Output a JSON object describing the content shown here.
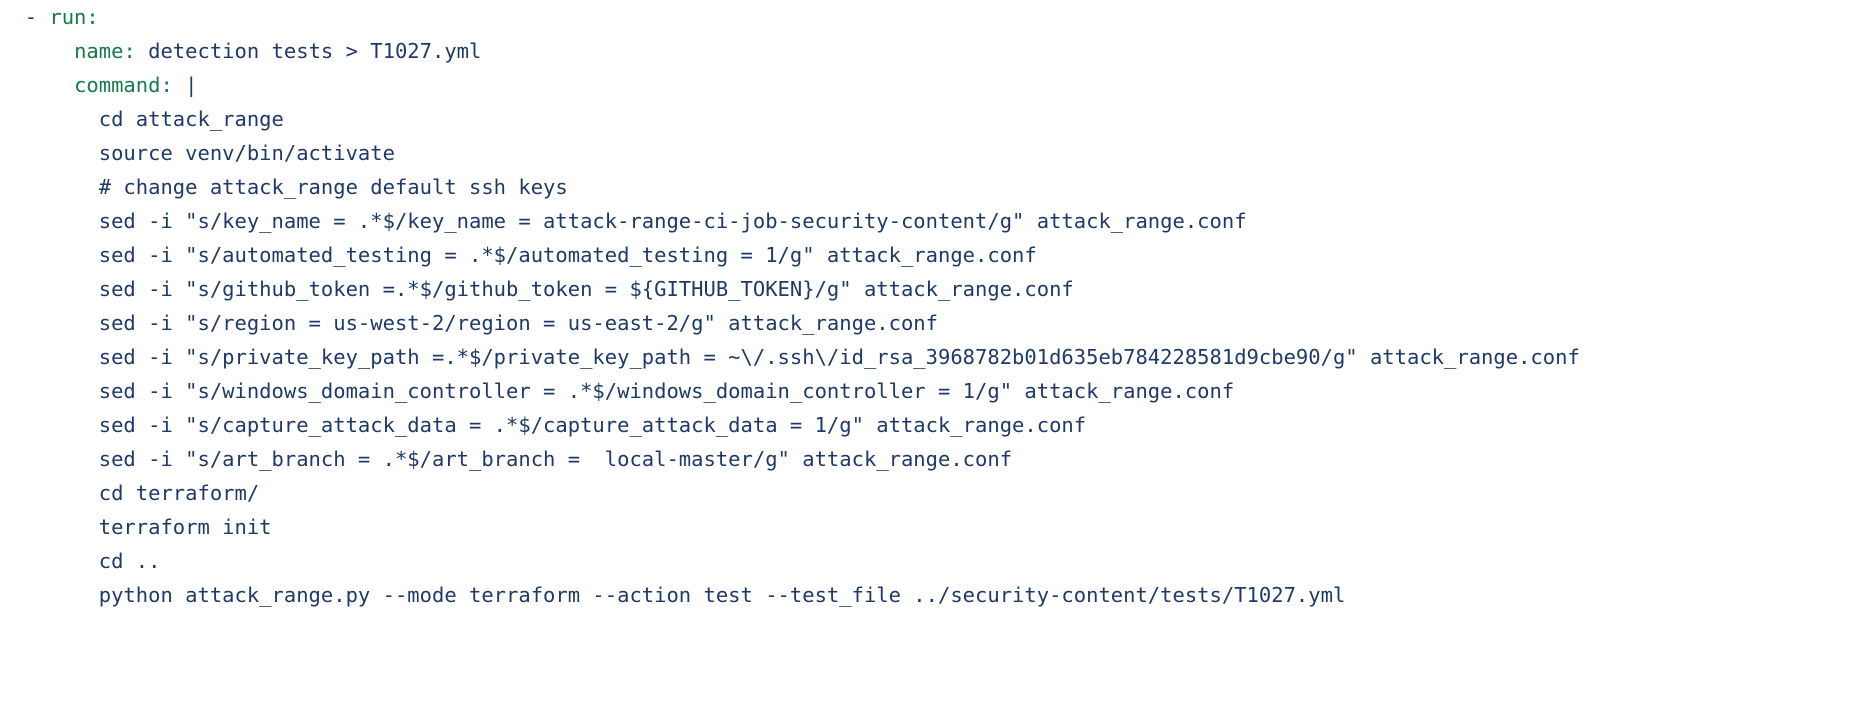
{
  "document": {
    "kind": "yaml-code-block",
    "language": "yaml",
    "background_color": "#ffffff",
    "key_color": "#17794c",
    "value_color": "#1f3a68",
    "lines": [
      {
        "indent": "  ",
        "dash": "- ",
        "key": "run",
        "colon": ":",
        "value": ""
      },
      {
        "indent": "      ",
        "dash": "",
        "key": "name",
        "colon": ":",
        "value": " detection tests > T1027.yml"
      },
      {
        "indent": "      ",
        "dash": "",
        "key": "command",
        "colon": ":",
        "value": " |"
      }
    ],
    "script_lines": [
      "        cd attack_range",
      "        source venv/bin/activate",
      "        # change attack_range default ssh keys",
      "        sed -i \"s/key_name = .*$/key_name = attack-range-ci-job-security-content/g\" attack_range.conf",
      "        sed -i \"s/automated_testing = .*$/automated_testing = 1/g\" attack_range.conf",
      "        sed -i \"s/github_token =.*$/github_token = ${GITHUB_TOKEN}/g\" attack_range.conf",
      "        sed -i \"s/region = us-west-2/region = us-east-2/g\" attack_range.conf",
      "        sed -i \"s/private_key_path =.*$/private_key_path = ~\\/.ssh\\/id_rsa_3968782b01d635eb784228581d9cbe90/g\" attack_range.conf",
      "        sed -i \"s/windows_domain_controller = .*$/windows_domain_controller = 1/g\" attack_range.conf",
      "        sed -i \"s/capture_attack_data = .*$/capture_attack_data = 1/g\" attack_range.conf",
      "        sed -i \"s/art_branch = .*$/art_branch =  local-master/g\" attack_range.conf",
      "        cd terraform/",
      "        terraform init",
      "        cd ..",
      "        python attack_range.py --mode terraform --action test --test_file ../security-content/tests/T1027.yml"
    ]
  }
}
